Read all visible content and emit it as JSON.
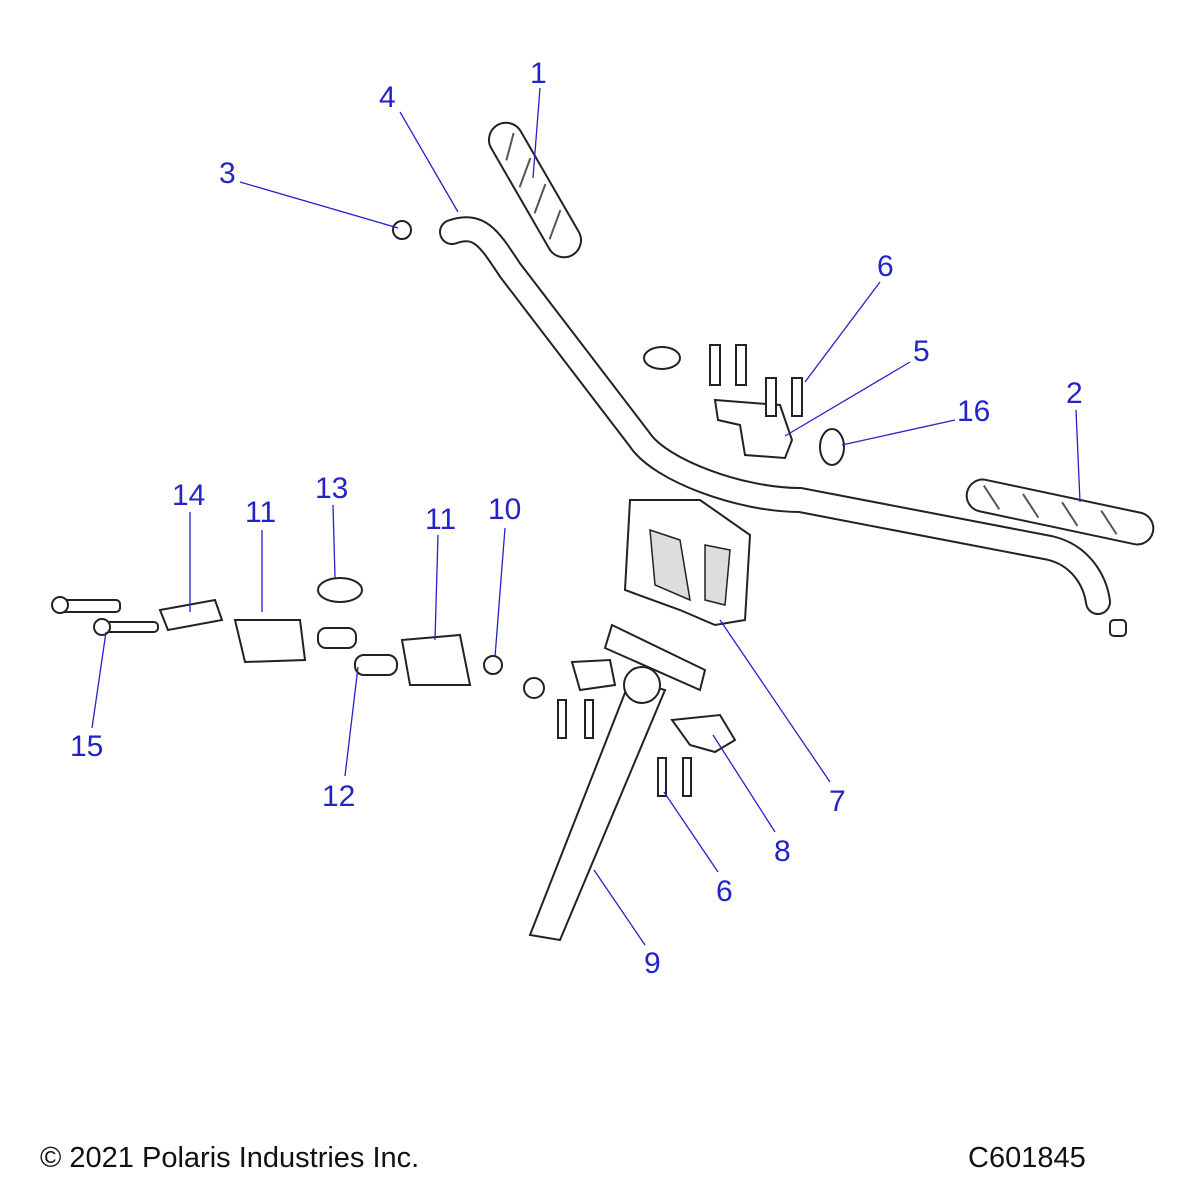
{
  "diagram": {
    "callouts": [
      {
        "label": "1"
      },
      {
        "label": "2"
      },
      {
        "label": "3"
      },
      {
        "label": "4"
      },
      {
        "label": "5"
      },
      {
        "label": "6"
      },
      {
        "label": "16"
      },
      {
        "label": "14"
      },
      {
        "label": "11"
      },
      {
        "label": "13"
      },
      {
        "label": "11"
      },
      {
        "label": "10"
      },
      {
        "label": "15"
      },
      {
        "label": "12"
      },
      {
        "label": "7"
      },
      {
        "label": "8"
      },
      {
        "label": "6"
      },
      {
        "label": "9"
      }
    ],
    "colors": {
      "callout": "#2323c8",
      "line": "#222222"
    }
  },
  "footer": {
    "copyright": "© 2021 Polaris Industries Inc.",
    "diagram_id": "C601845"
  }
}
